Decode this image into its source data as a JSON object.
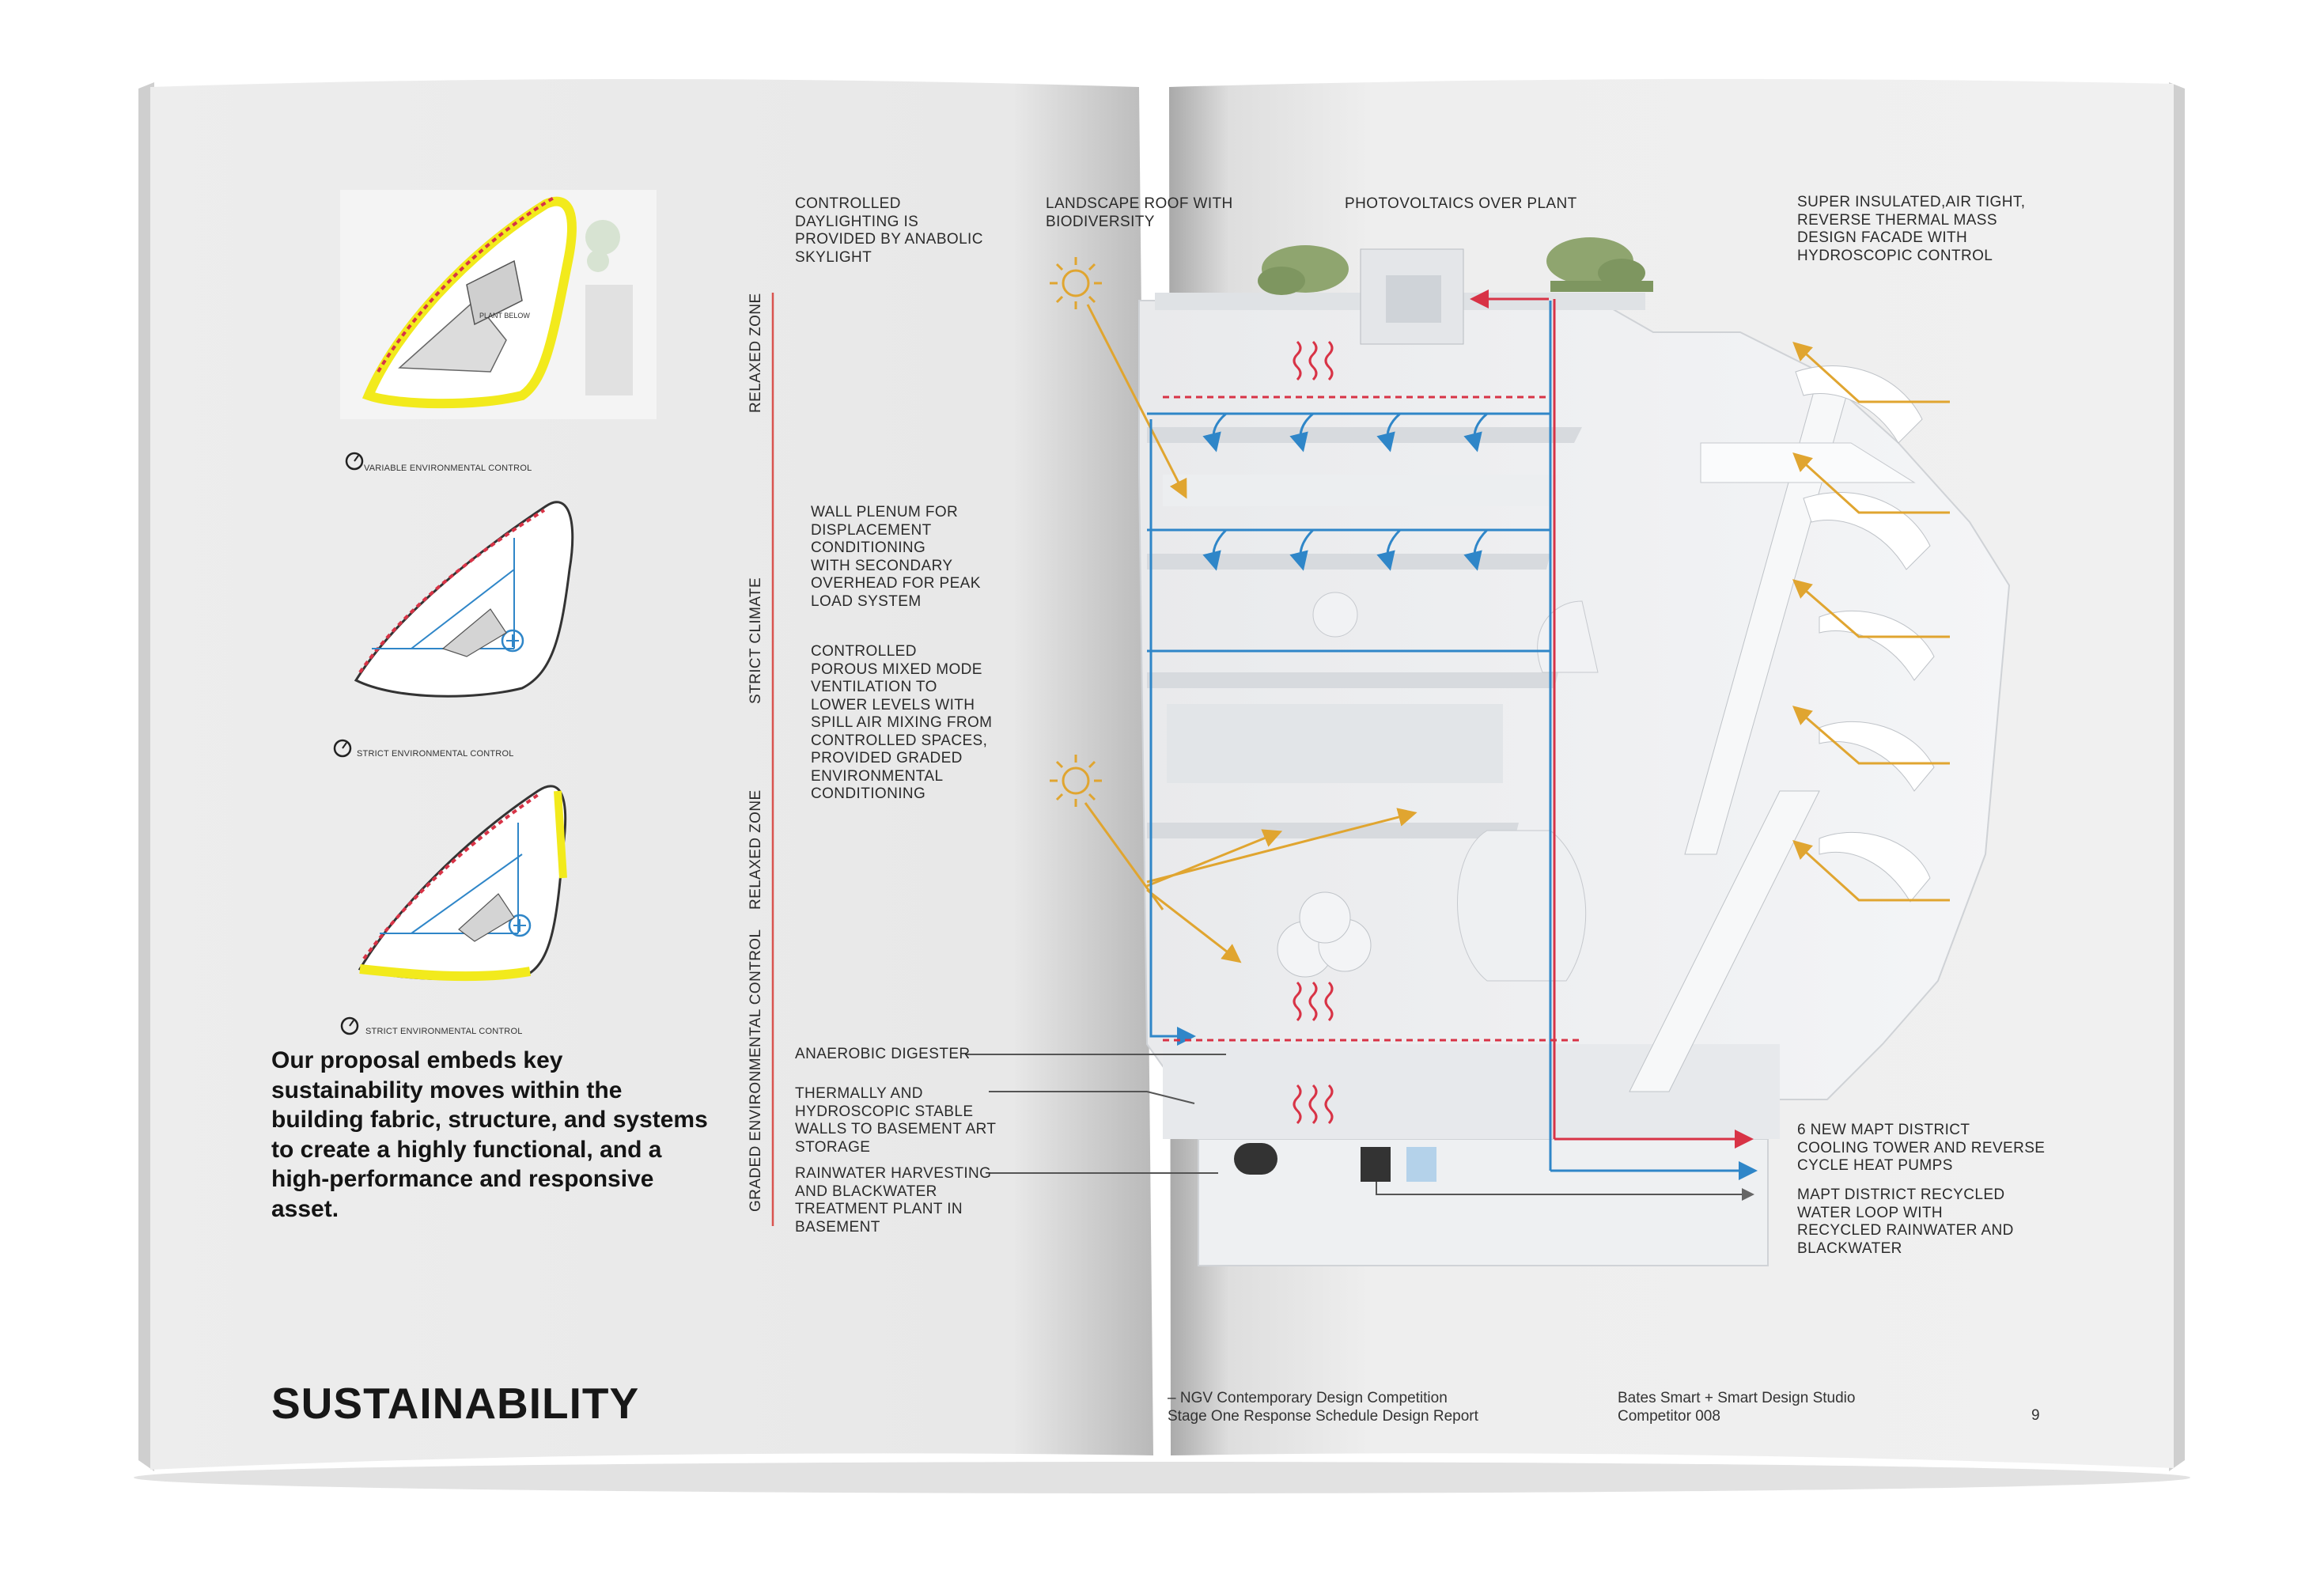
{
  "left_page": {
    "plans": [
      {
        "label": "VARIABLE ENVIRONMENTAL CONTROL",
        "plant_label": "PLANT BELOW"
      },
      {
        "label": "STRICT ENVIRONMENTAL CONTROL"
      },
      {
        "label": "STRICT ENVIRONMENTAL CONTROL"
      }
    ],
    "body_text": "Our proposal embeds key\nsustainability moves within the\nbuilding fabric, structure, and systems\nto create a highly functional, and a\nhigh-performance and responsive\nasset.",
    "heading": "SUSTAINABILITY"
  },
  "right_page": {
    "zones": [
      "RELAXED ZONE",
      "STRICT CLIMATE",
      "RELAXED ZONE",
      "GRADED ENVIRONMENTAL CONTROL"
    ],
    "annotations": {
      "daylighting": "CONTROLLED\nDAYLIGHTING IS\nPROVIDED BY ANABOLIC\nSKYLIGHT",
      "landscape_roof": "LANDSCAPE ROOF WITH\nBIODIVERSITY",
      "photovoltaics": "PHOTOVOLTAICS OVER PLANT",
      "facade": "SUPER INSULATED,AIR TIGHT,\nREVERSE THERMAL MASS\nDESIGN FACADE WITH\nHYDROSCOPIC CONTROL",
      "wall_plenum": "WALL PLENUM FOR\nDISPLACEMENT\nCONDITIONING\nWITH SECONDARY\nOVERHEAD FOR PEAK\nLOAD SYSTEM",
      "porous_ventilation": "CONTROLLED\nPOROUS MIXED MODE\nVENTILATION TO\nLOWER LEVELS WITH\nSPILL AIR MIXING FROM\nCONTROLLED SPACES,\nPROVIDED GRADED\nENVIRONMENTAL\nCONDITIONING",
      "digester": "ANAEROBIC DIGESTER",
      "basement_walls": "THERMALLY AND\nHYDROSCOPIC STABLE\nWALLS TO BASEMENT ART\nSTORAGE",
      "rainwater": "RAINWATER HARVESTING\nAND BLACKWATER\nTREATMENT PLANT IN\nBASEMENT",
      "cooling_tower": "6 NEW MAPT DISTRICT\nCOOLING TOWER AND REVERSE\nCYCLE HEAT PUMPS",
      "water_loop": "MAPT DISTRICT RECYCLED\nWATER LOOP WITH\nRECYCLED RAINWATER AND\nBLACKWATER"
    },
    "footer": {
      "competition": "– NGV Contemporary Design Competition\n  Stage One Response Schedule Design Report",
      "studio": "Bates Smart + Smart Design Studio\nCompetitor 008",
      "page_number": "9"
    }
  },
  "colors": {
    "sun": "#e0a530",
    "supply_air": "#2f86c8",
    "return_red": "#d83346",
    "zone_rule": "#d9534f",
    "yellow_zone": "#f2ea1c"
  }
}
